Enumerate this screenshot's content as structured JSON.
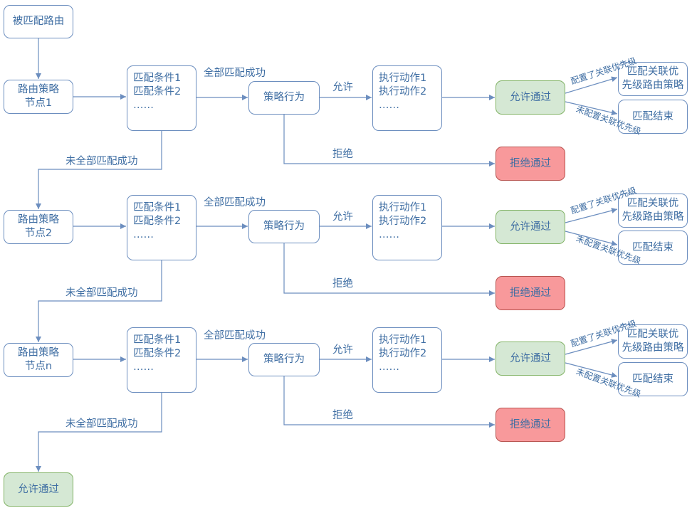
{
  "start": "被匹配路由",
  "conditions": [
    "匹配条件1",
    "匹配条件2",
    "……"
  ],
  "actions": [
    "执行动作1",
    "执行动作2",
    "……"
  ],
  "policy_action": "策略行为",
  "all_matched": [
    "全部匹",
    "配成功"
  ],
  "not_all_matched": "未全部匹配成功",
  "permit_label": "允许",
  "deny_label": "拒绝",
  "permit_pass": "允许通过",
  "deny_pass": "拒绝通过",
  "configured": [
    "配置了",
    "关联优先级"
  ],
  "not_configured": [
    "未配置",
    "关联优先级"
  ],
  "match_related": [
    "匹配关联优",
    "先级路由策略"
  ],
  "match_end": "匹配结束",
  "nodes": [
    {
      "label": [
        "路由策略",
        "节点1"
      ]
    },
    {
      "label": [
        "路由策略",
        "节点2"
      ]
    },
    {
      "label": [
        "路由策略",
        "节点n"
      ]
    }
  ],
  "final": "允许通过",
  "colors": {
    "line": "#6c8ebf",
    "text": "#3f6ea3",
    "allow_fill": "#d5e8d4",
    "allow_stroke": "#82b366",
    "deny_fill": "#f8999b",
    "deny_stroke": "#b85450"
  }
}
